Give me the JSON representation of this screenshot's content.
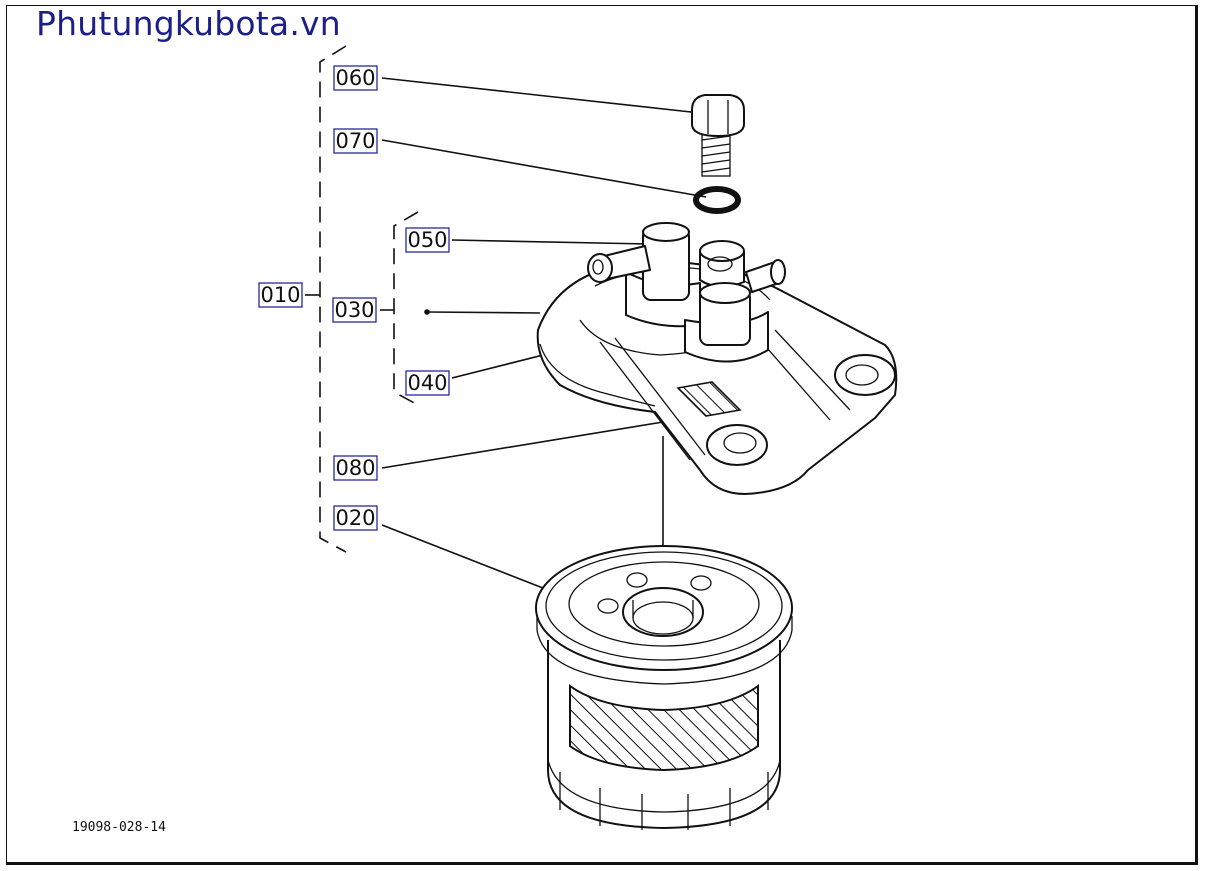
{
  "watermark": "Phutungkubota.vn",
  "drawing_number": "19098-028-14",
  "callouts": [
    {
      "id": "060",
      "label": "060"
    },
    {
      "id": "070",
      "label": "070"
    },
    {
      "id": "050",
      "label": "050"
    },
    {
      "id": "010",
      "label": "010"
    },
    {
      "id": "030",
      "label": "030"
    },
    {
      "id": "040",
      "label": "040"
    },
    {
      "id": "080",
      "label": "080"
    },
    {
      "id": "020",
      "label": "020"
    }
  ]
}
